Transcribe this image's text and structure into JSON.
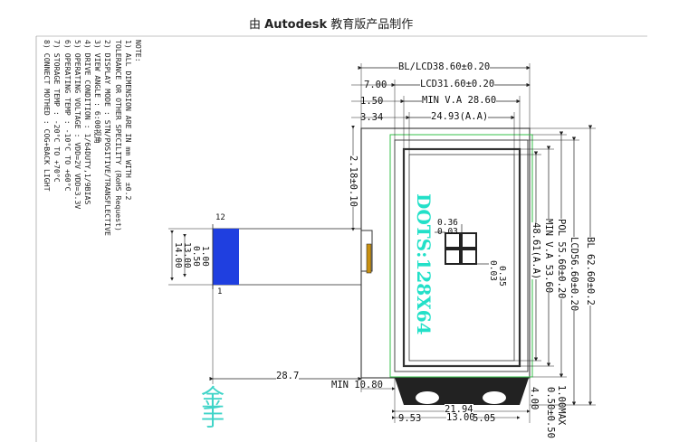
{
  "header": {
    "prefix": "由 ",
    "brand": "Autodesk",
    "suffix": " 教育版产品制作"
  },
  "notes": {
    "title": "NOTE:",
    "lines": [
      "1) ALL DIMENSION ARE IN mm WITH ±0.2",
      "   TOLERANCE OR OTHER SPECILITY (RoHS Request)",
      "2) DISPLAY MODE : STN/POSITIVE/TRANSFLECTIVE",
      "3) VIEW ANGLE : 6:00视角",
      "4) DRIVE CONDITION : 1/64DUTY,1/9BIAS",
      "5) OPERATING VOLTAGE : VDD=2V VDD=3.3V",
      "6) OPERATING TEMP : -10°C TO +60°C",
      "7) STORAGE TEMP : -20°C TO +70°C",
      "8) CONNECT MOTHED : COG+BACK LIGHT"
    ]
  },
  "dimensions": {
    "bl_lcd_width": "BL/LCD38.60±0.20",
    "lcd_width": "LCD31.60±0.20",
    "min_va": "MIN V.A 28.60",
    "aa_width": "24.93(A.A)",
    "left_7": "7.00",
    "left_150": "1.50",
    "left_334": "3.34",
    "top_offset": "2.18±0.10",
    "bl_length": "BL 62.60±0.2",
    "lcd_length": "LCD56.60±0.20",
    "pol_length": "POL 55.60±0.20",
    "min_va_length": "MIN V.A 53.60",
    "aa_length": "48.61(A.A)",
    "pixel_036": "0.36",
    "pixel_003": "0.03",
    "pixel_035": "0.35",
    "pixel_003b": "0.03",
    "fpc_length": "28.7",
    "min_1080": "MIN 10.80",
    "fpc_100": "1.00",
    "fpc_050": "0.50",
    "fpc_1300": "13.00",
    "fpc_1400": "14.00",
    "bottom_953": "9.53",
    "bottom_2194": "21.94",
    "bottom_1300": "13.00",
    "bottom_505": "5.05",
    "right_400": "4.00",
    "right_100max": "1.00MAX",
    "right_050": "0.50±0.50",
    "pin_12": "12",
    "pin_1": "1"
  },
  "display_text": "DOTS:128X64",
  "handwriting": "金手",
  "colors": {
    "outline": "#333333",
    "dim_line": "#222222",
    "fpc": "#1f3fe0",
    "dots_text": "#22e0c8",
    "polarizer": "#36c04a",
    "handwriting": "#3fd4c8"
  }
}
